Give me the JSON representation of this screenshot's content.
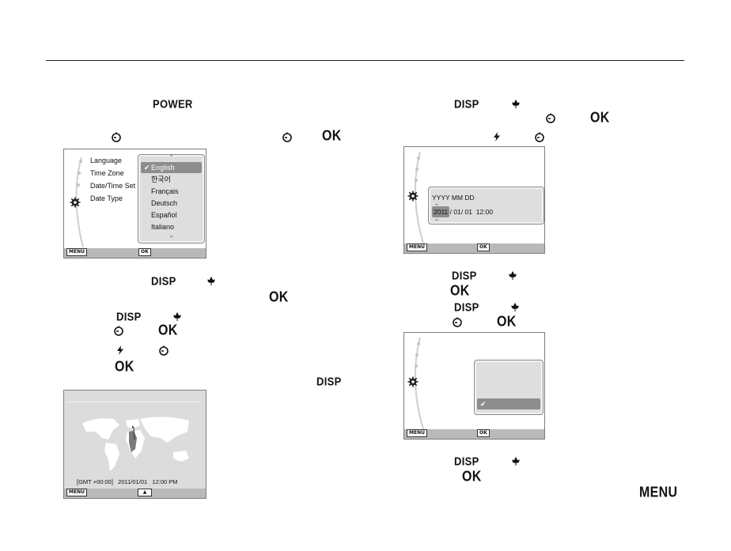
{
  "keys": {
    "power": "POWER",
    "disp": "DISP",
    "ok": "OK",
    "menu": "MENU"
  },
  "icons": {
    "timer": "timer-icon",
    "macro": "macro-flower-icon",
    "flash": "flash-icon",
    "settings": "gear-icon"
  },
  "screen1": {
    "menu_items": [
      "Language",
      "Time Zone",
      "Date/Time Set",
      "Date Type"
    ],
    "languages": [
      "English",
      "한국어",
      "Français",
      "Deutsch",
      "Español",
      "Italiano"
    ],
    "selected_language": "English",
    "bar_menu": "MENU",
    "bar_ok": "OK"
  },
  "screen2": {
    "timezone_readout": "[GMT +00:00]   2011/01/01   12:00 PM",
    "bar_menu": "MENU",
    "bar_arrow": "▲"
  },
  "screen3": {
    "date_format": "YYYY MM DD",
    "year": "2011",
    "rest": " / 01/ 01  12:00",
    "bar_menu": "MENU",
    "bar_ok": "OK"
  },
  "screen4": {
    "bar_menu": "MENU",
    "bar_ok": "OK"
  }
}
